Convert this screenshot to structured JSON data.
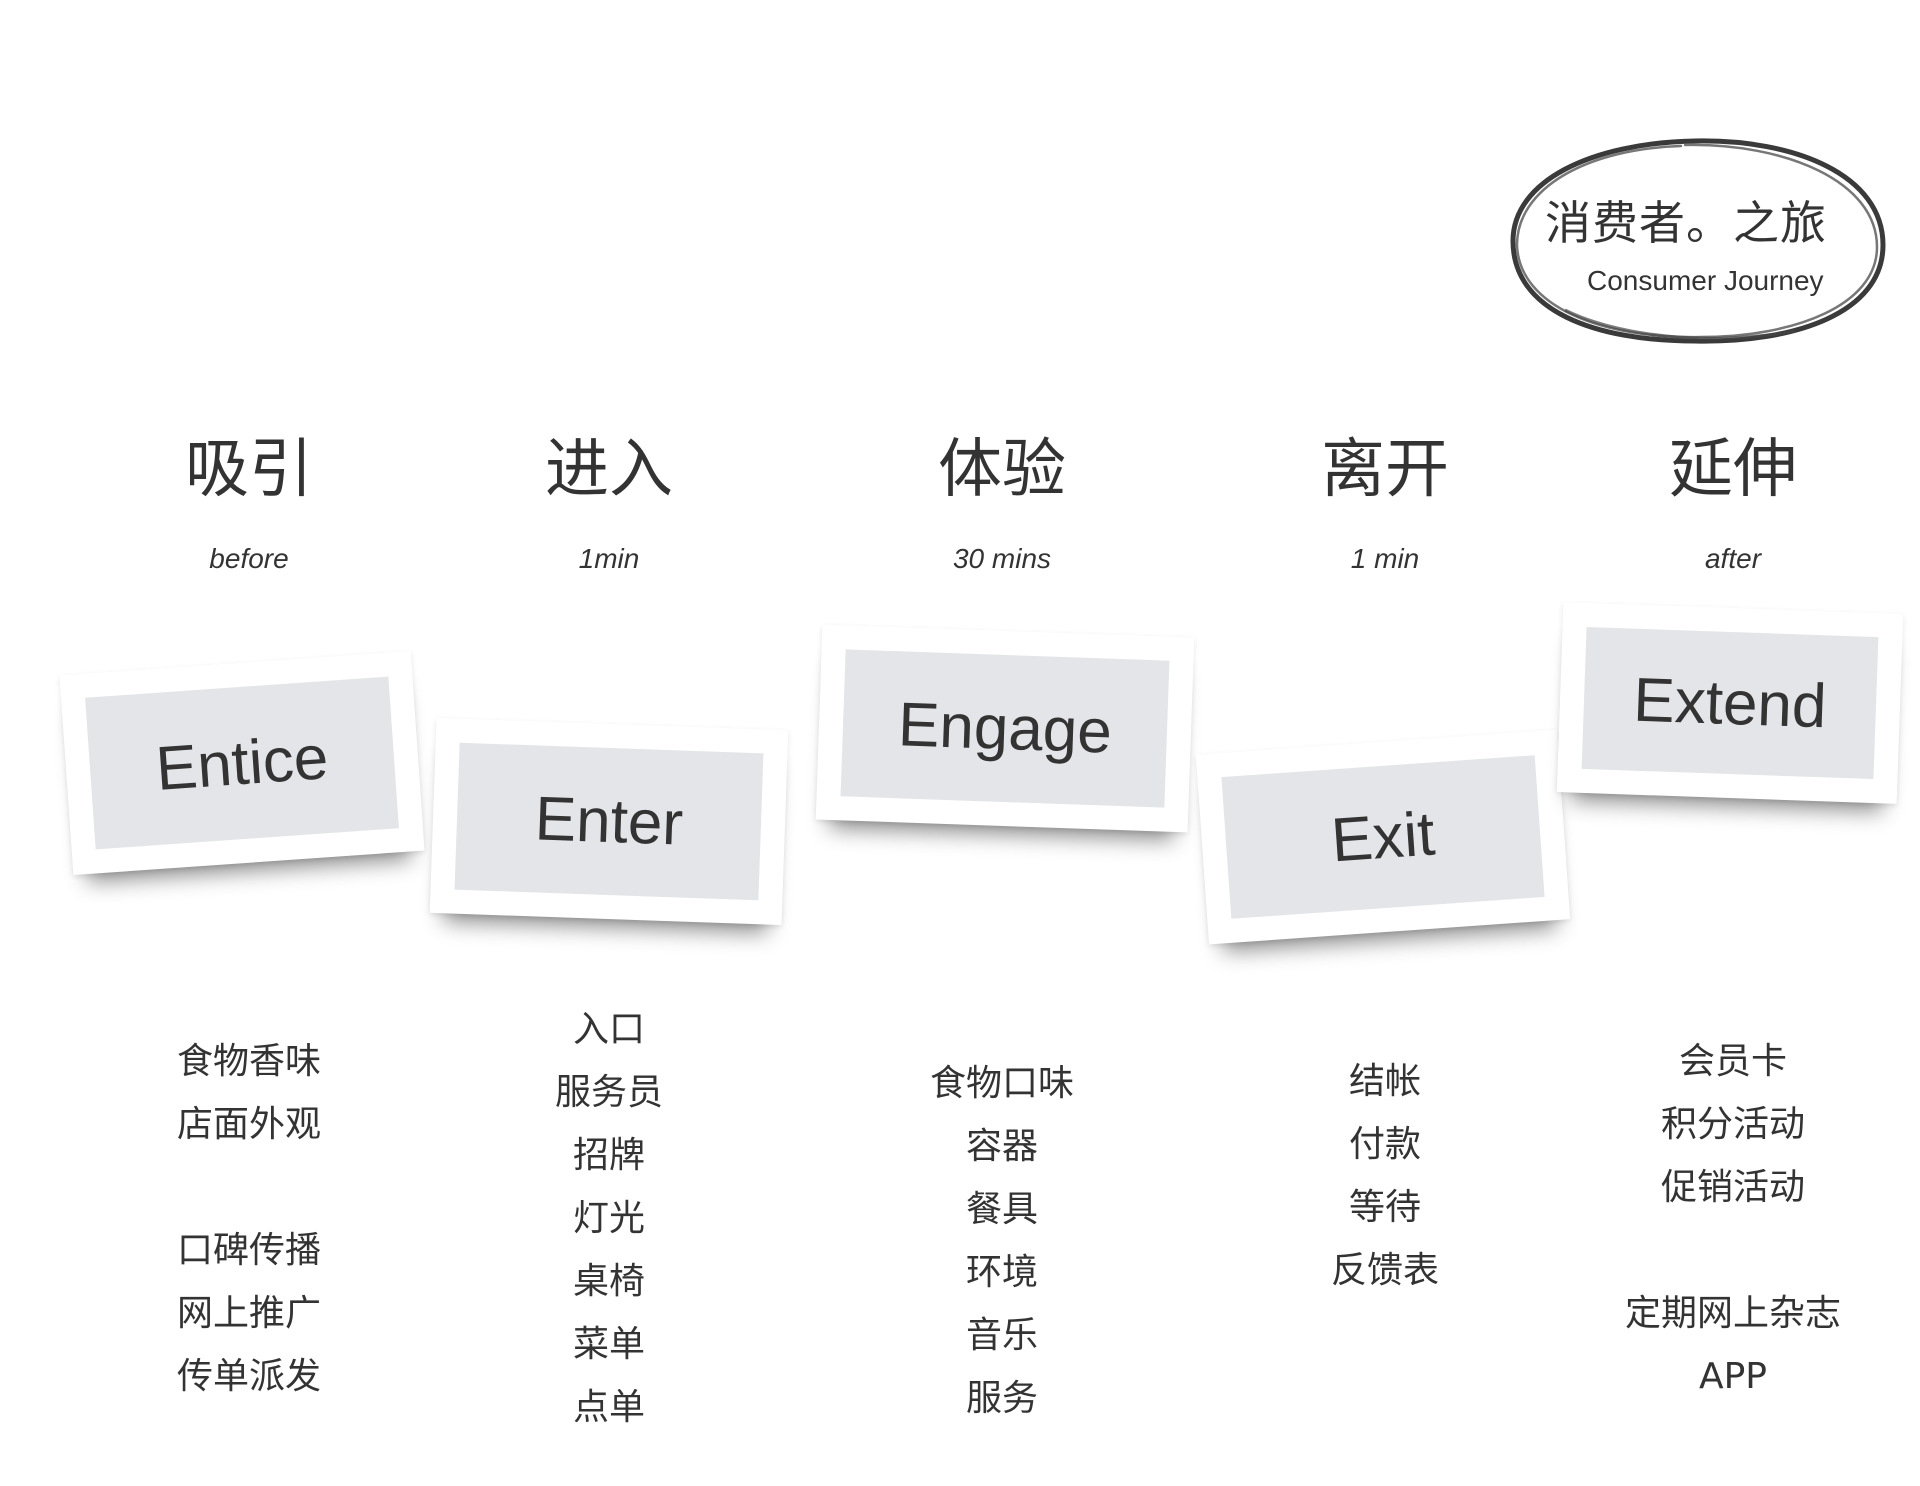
{
  "badge": {
    "title": "消费者。之旅",
    "subtitle": "Consumer Journey"
  },
  "stages": [
    {
      "heading": "吸引",
      "duration": "before",
      "card_label": "Entice",
      "items": [
        "食物香味",
        "店面外观",
        "",
        "口碑传播",
        "网上推广",
        "传单派发"
      ]
    },
    {
      "heading": "进入",
      "duration": "1min",
      "card_label": "Enter",
      "items": [
        "入口",
        "服务员",
        "招牌",
        "灯光",
        "桌椅",
        "菜单",
        "点单"
      ]
    },
    {
      "heading": "体验",
      "duration": "30 mins",
      "card_label": "Engage",
      "items": [
        "食物口味",
        "容器",
        "餐具",
        "环境",
        "音乐",
        "服务"
      ]
    },
    {
      "heading": "离开",
      "duration": "1 min",
      "card_label": "Exit",
      "items": [
        "结帐",
        "付款",
        "等待",
        "反馈表"
      ]
    },
    {
      "heading": "延伸",
      "duration": "after",
      "card_label": "Extend",
      "items": [
        "会员卡",
        "积分活动",
        "促销活动",
        "",
        "定期网上杂志",
        "APP"
      ]
    }
  ],
  "colors": {
    "text": "#333333",
    "card_inner": "#e3e5e9",
    "card_outer": "#ffffff"
  }
}
